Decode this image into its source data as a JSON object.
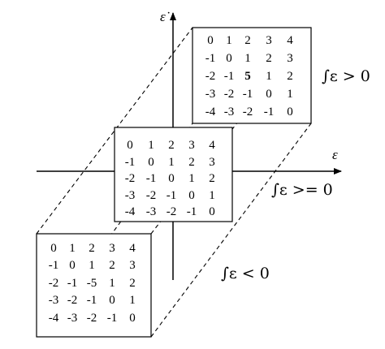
{
  "axes": {
    "x_label": "ε",
    "y_label": "ε̇"
  },
  "panels": {
    "upper": {
      "condition": "∫ε > 0",
      "rows": [
        [
          "0",
          "1",
          "2",
          "3",
          "4"
        ],
        [
          "-1",
          "0",
          "1",
          "2",
          "3"
        ],
        [
          "-2",
          "-1",
          "5",
          "1",
          "2"
        ],
        [
          "-3",
          "-2",
          "-1",
          "0",
          "1"
        ],
        [
          "-4",
          "-3",
          "-2",
          "-1",
          "0"
        ]
      ],
      "bold_cell": [
        2,
        2
      ]
    },
    "middle": {
      "condition": "∫ε >= 0",
      "rows": [
        [
          "0",
          "1",
          "2",
          "3",
          "4"
        ],
        [
          "-1",
          "0",
          "1",
          "2",
          "3"
        ],
        [
          "-2",
          "-1",
          "0",
          "1",
          "2"
        ],
        [
          "-3",
          "-2",
          "-1",
          "0",
          "1"
        ],
        [
          "-4",
          "-3",
          "-2",
          "-1",
          "0"
        ]
      ]
    },
    "lower": {
      "condition": "∫ε < 0",
      "rows": [
        [
          "0",
          "1",
          "2",
          "3",
          "4"
        ],
        [
          "-1",
          "0",
          "1",
          "2",
          "3"
        ],
        [
          "-2",
          "-1",
          "-5",
          "1",
          "2"
        ],
        [
          "-3",
          "-2",
          "-1",
          "0",
          "1"
        ],
        [
          "-4",
          "-3",
          "-2",
          "-1",
          "0"
        ]
      ]
    }
  }
}
